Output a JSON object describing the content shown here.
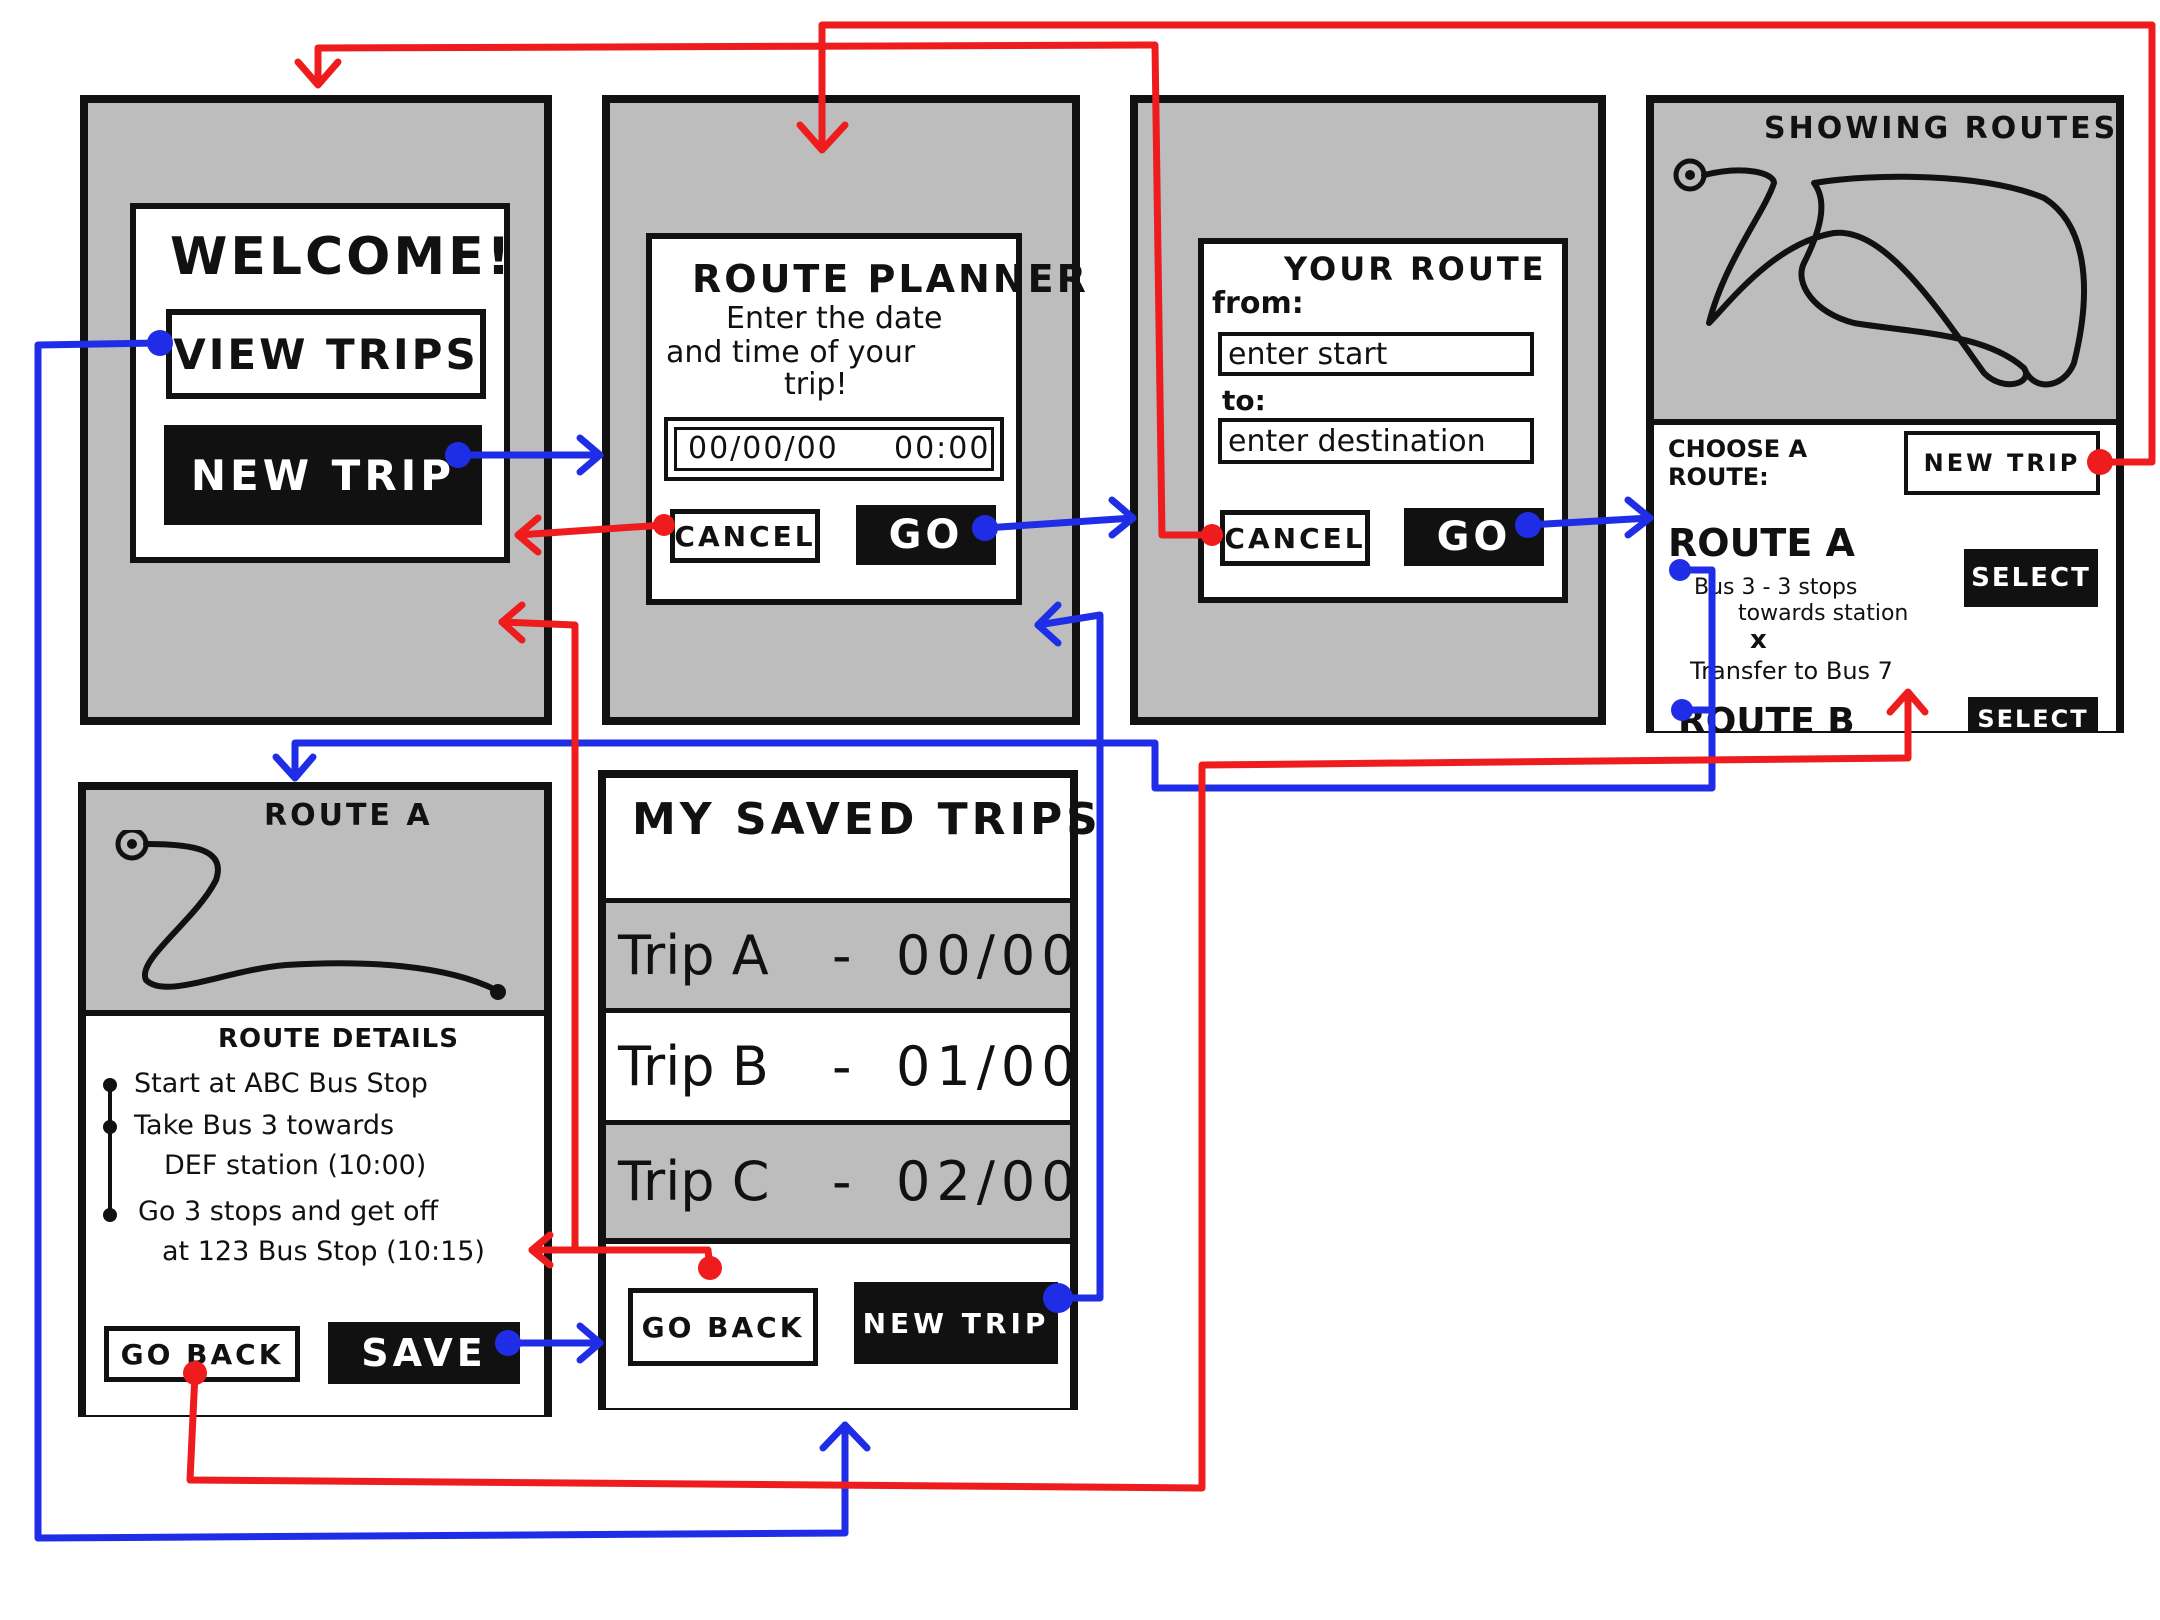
{
  "welcome": {
    "title": "WELCOME!",
    "view_trips": "VIEW TRIPS",
    "new_trip": "NEW TRIP"
  },
  "planner": {
    "title": "ROUTE PLANNER",
    "subtitle_1": "Enter the date",
    "subtitle_2": "and time of your",
    "subtitle_3": "trip!",
    "date": "00/00/00",
    "time": "00:00",
    "cancel": "CANCEL",
    "go": "GO"
  },
  "your_route": {
    "title": "YOUR ROUTE",
    "from_label": "from:",
    "start_placeholder": "enter start",
    "to_label": "to:",
    "dest_placeholder": "enter destination",
    "cancel": "CANCEL",
    "go": "GO"
  },
  "showing_routes": {
    "title": "SHOWING ROUTES",
    "choose_1": "CHOOSE A",
    "choose_2": "ROUTE:",
    "new_trip": "NEW TRIP",
    "route_a": "ROUTE A",
    "detail_1": "Bus 3 - 3 stops",
    "detail_2": "towards station",
    "detail_3": "x",
    "detail_4": "Transfer to Bus 7",
    "route_b": "ROUTE B",
    "select_a": "SELECT",
    "select_b": "SELECT"
  },
  "route_detail": {
    "title": "ROUTE A",
    "heading": "ROUTE DETAILS",
    "step_1": "Start at ABC Bus Stop",
    "step_2a": "Take Bus 3 towards",
    "step_2b": "DEF station (10:00)",
    "step_3a": "Go 3 stops and get off",
    "step_3b": "at 123 Bus Stop (10:15)",
    "go_back": "GO BACK",
    "save": "SAVE"
  },
  "saved_trips": {
    "title": "MY SAVED TRIPS",
    "trips": [
      {
        "name": "Trip A",
        "sep": "-",
        "date": "00/00"
      },
      {
        "name": "Trip B",
        "sep": "-",
        "date": "01/00"
      },
      {
        "name": "Trip C",
        "sep": "-",
        "date": "02/00"
      }
    ],
    "go_back": "GO BACK",
    "new_trip": "NEW TRIP"
  },
  "colors": {
    "forward_arrow": "#1f2ee6",
    "back_arrow": "#ee1c1c",
    "screen_bg": "#bdbdbd"
  }
}
